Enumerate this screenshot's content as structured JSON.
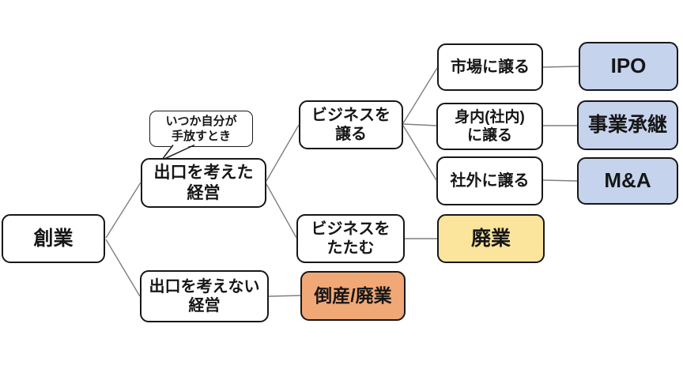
{
  "diagram": {
    "nodes": {
      "founding": {
        "label": "創業",
        "fill": "#ffffff"
      },
      "exit_minded": {
        "label": "出口を考えた\n経営",
        "fill": "#ffffff"
      },
      "no_exit": {
        "label": "出口を考えない\n経営",
        "fill": "#ffffff"
      },
      "transfer": {
        "label": "ビジネスを\n譲る",
        "fill": "#ffffff"
      },
      "close": {
        "label": "ビジネスを\nたたむ",
        "fill": "#ffffff"
      },
      "to_market": {
        "label": "市場に譲る",
        "fill": "#ffffff"
      },
      "to_insiders": {
        "label": "身内(社内)\nに譲る",
        "fill": "#ffffff"
      },
      "to_outsiders": {
        "label": "社外に譲る",
        "fill": "#ffffff"
      },
      "ipo": {
        "label": "IPO",
        "fill": "#c5d3ec"
      },
      "succession": {
        "label": "事業承継",
        "fill": "#c5d3ec"
      },
      "ma": {
        "label": "M&A",
        "fill": "#c5d3ec"
      },
      "closure": {
        "label": "廃業",
        "fill": "#fbe49b"
      },
      "bankruptcy": {
        "label": "倒産/廃業",
        "fill": "#f1a877"
      }
    },
    "callout": {
      "label": "いつか自分が\n手放すとき"
    },
    "edges": [
      {
        "from": "founding",
        "to": "exit_minded"
      },
      {
        "from": "founding",
        "to": "no_exit"
      },
      {
        "from": "exit_minded",
        "to": "transfer"
      },
      {
        "from": "exit_minded",
        "to": "close"
      },
      {
        "from": "transfer",
        "to": "to_market"
      },
      {
        "from": "transfer",
        "to": "to_insiders"
      },
      {
        "from": "transfer",
        "to": "to_outsiders"
      },
      {
        "from": "to_market",
        "to": "ipo"
      },
      {
        "from": "to_insiders",
        "to": "succession"
      },
      {
        "from": "to_outsiders",
        "to": "ma"
      },
      {
        "from": "close",
        "to": "closure"
      },
      {
        "from": "no_exit",
        "to": "bankruptcy"
      }
    ],
    "colors": {
      "result_blue": "#c5d3ec",
      "closure_yellow": "#fbe49b",
      "bankruptcy_orange": "#f1a877",
      "connector_gray": "#7f7f7f",
      "border_black": "#171717",
      "background": "#ffffff"
    }
  }
}
